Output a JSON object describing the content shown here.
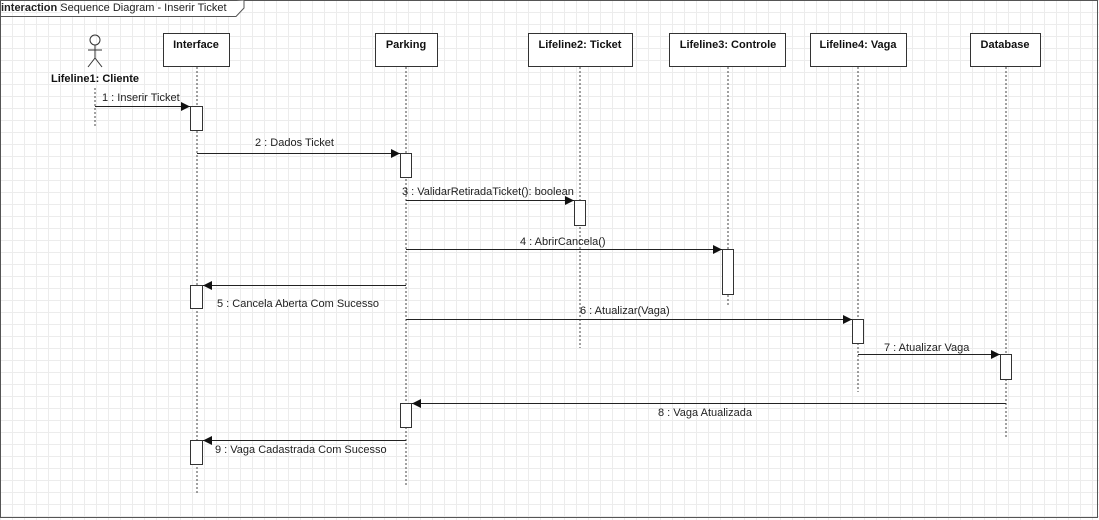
{
  "frame": {
    "keyword": "interaction",
    "title": "Sequence Diagram - Inserir Ticket"
  },
  "actor": {
    "label": "Lifeline1: Cliente"
  },
  "lifelines": [
    {
      "id": "interface",
      "label": "Interface"
    },
    {
      "id": "parking",
      "label": "Parking"
    },
    {
      "id": "ticket",
      "label": "Lifeline2: Ticket"
    },
    {
      "id": "controle",
      "label": "Lifeline3: Controle"
    },
    {
      "id": "vaga",
      "label": "Lifeline4: Vaga"
    },
    {
      "id": "database",
      "label": "Database"
    }
  ],
  "messages": [
    {
      "label": "1 : Inserir Ticket",
      "from": "actor",
      "to": "interface"
    },
    {
      "label": "2 : Dados Ticket",
      "from": "interface",
      "to": "parking"
    },
    {
      "label": "3 : ValidarRetiradaTicket(): boolean",
      "from": "parking",
      "to": "ticket"
    },
    {
      "label": "4 : AbrirCancela()",
      "from": "parking",
      "to": "controle"
    },
    {
      "label": "5 : Cancela Aberta Com Sucesso",
      "from": "parking",
      "to": "interface"
    },
    {
      "label": "6 : Atualizar(Vaga)",
      "from": "parking",
      "to": "vaga"
    },
    {
      "label": "7 : Atualizar Vaga",
      "from": "vaga",
      "to": "database"
    },
    {
      "label": "8 : Vaga Atualizada",
      "from": "database",
      "to": "parking"
    },
    {
      "label": "9 : Vaga Cadastrada Com Sucesso",
      "from": "parking",
      "to": "interface"
    }
  ]
}
